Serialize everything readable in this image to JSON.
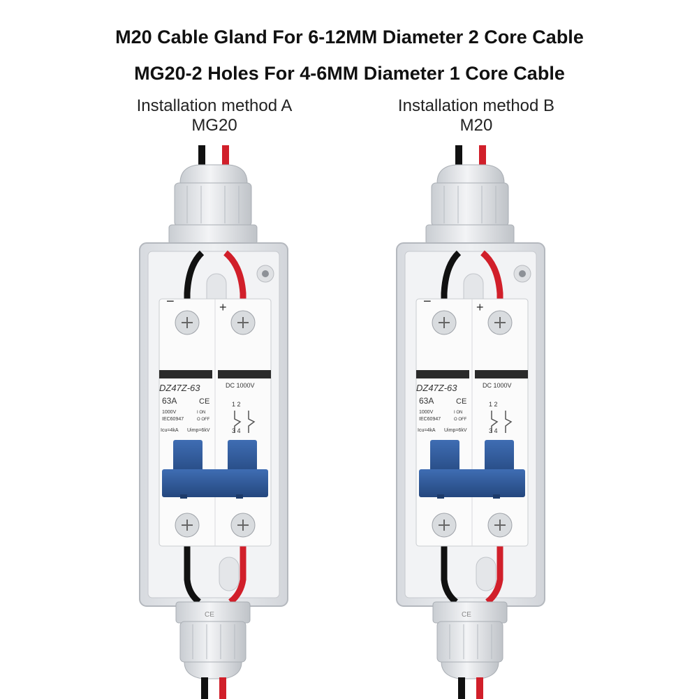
{
  "header": {
    "line1": "M20 Cable Gland For 6-12MM Diameter 2 Core Cable",
    "line2": "MG20-2 Holes For 4-6MM Diameter 1 Core Cable"
  },
  "methods": [
    {
      "title": "Installation method A",
      "gland": "MG20",
      "breaker": {
        "model": "DZ47Z-63",
        "current": "63A",
        "voltage_rating": "DC 1000V",
        "voltage": "1000V",
        "standard": "IEC60947",
        "icu": "Icu=4kA",
        "uimp": "Uimp=6kV",
        "on_label": "I ON",
        "off_label": "O OFF",
        "ce_mark": "CE",
        "terminals_top": "1  2",
        "terminals_bottom": "3  4",
        "minus": "−",
        "plus": "+"
      },
      "gland_mark": "CE"
    },
    {
      "title": "Installation method B",
      "gland": "M20",
      "breaker": {
        "model": "DZ47Z-63",
        "current": "63A",
        "voltage_rating": "DC 1000V",
        "voltage": "1000V",
        "standard": "IEC60947",
        "icu": "Icu=4kA",
        "uimp": "Uimp=6kV",
        "on_label": "I ON",
        "off_label": "O OFF",
        "ce_mark": "CE",
        "terminals_top": "1  2",
        "terminals_bottom": "3  4",
        "minus": "−",
        "plus": "+"
      },
      "gland_mark": "CE"
    }
  ],
  "colors": {
    "wire_red": "#d11f2a",
    "wire_black": "#111111",
    "enclosure": "#e9ebee",
    "breaker_handle": "#2f5a9c"
  }
}
